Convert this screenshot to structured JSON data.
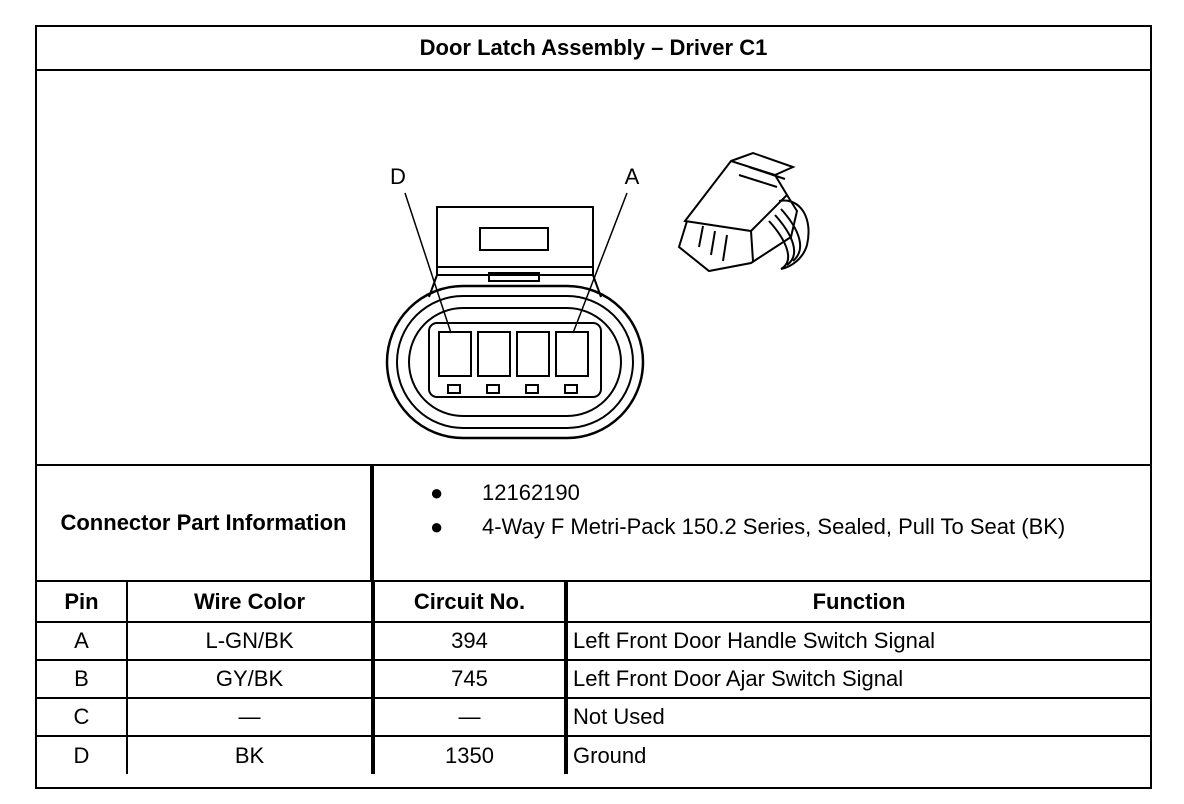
{
  "title": "Door Latch Assembly – Driver C1",
  "diagram": {
    "label_left": "D",
    "label_right": "A"
  },
  "connector_info": {
    "label": "Connector Part Information",
    "items": [
      "12162190",
      "4-Way F Metri-Pack 150.2 Series, Sealed, Pull To Seat (BK)"
    ]
  },
  "pin_table": {
    "headers": [
      "Pin",
      "Wire Color",
      "Circuit No.",
      "Function"
    ],
    "rows": [
      [
        "A",
        "L-GN/BK",
        "394",
        "Left Front Door Handle Switch Signal"
      ],
      [
        "B",
        "GY/BK",
        "745",
        "Left Front Door Ajar Switch Signal"
      ],
      [
        "C",
        "—",
        "—",
        "Not Used"
      ],
      [
        "D",
        "BK",
        "1350",
        "Ground"
      ]
    ]
  }
}
